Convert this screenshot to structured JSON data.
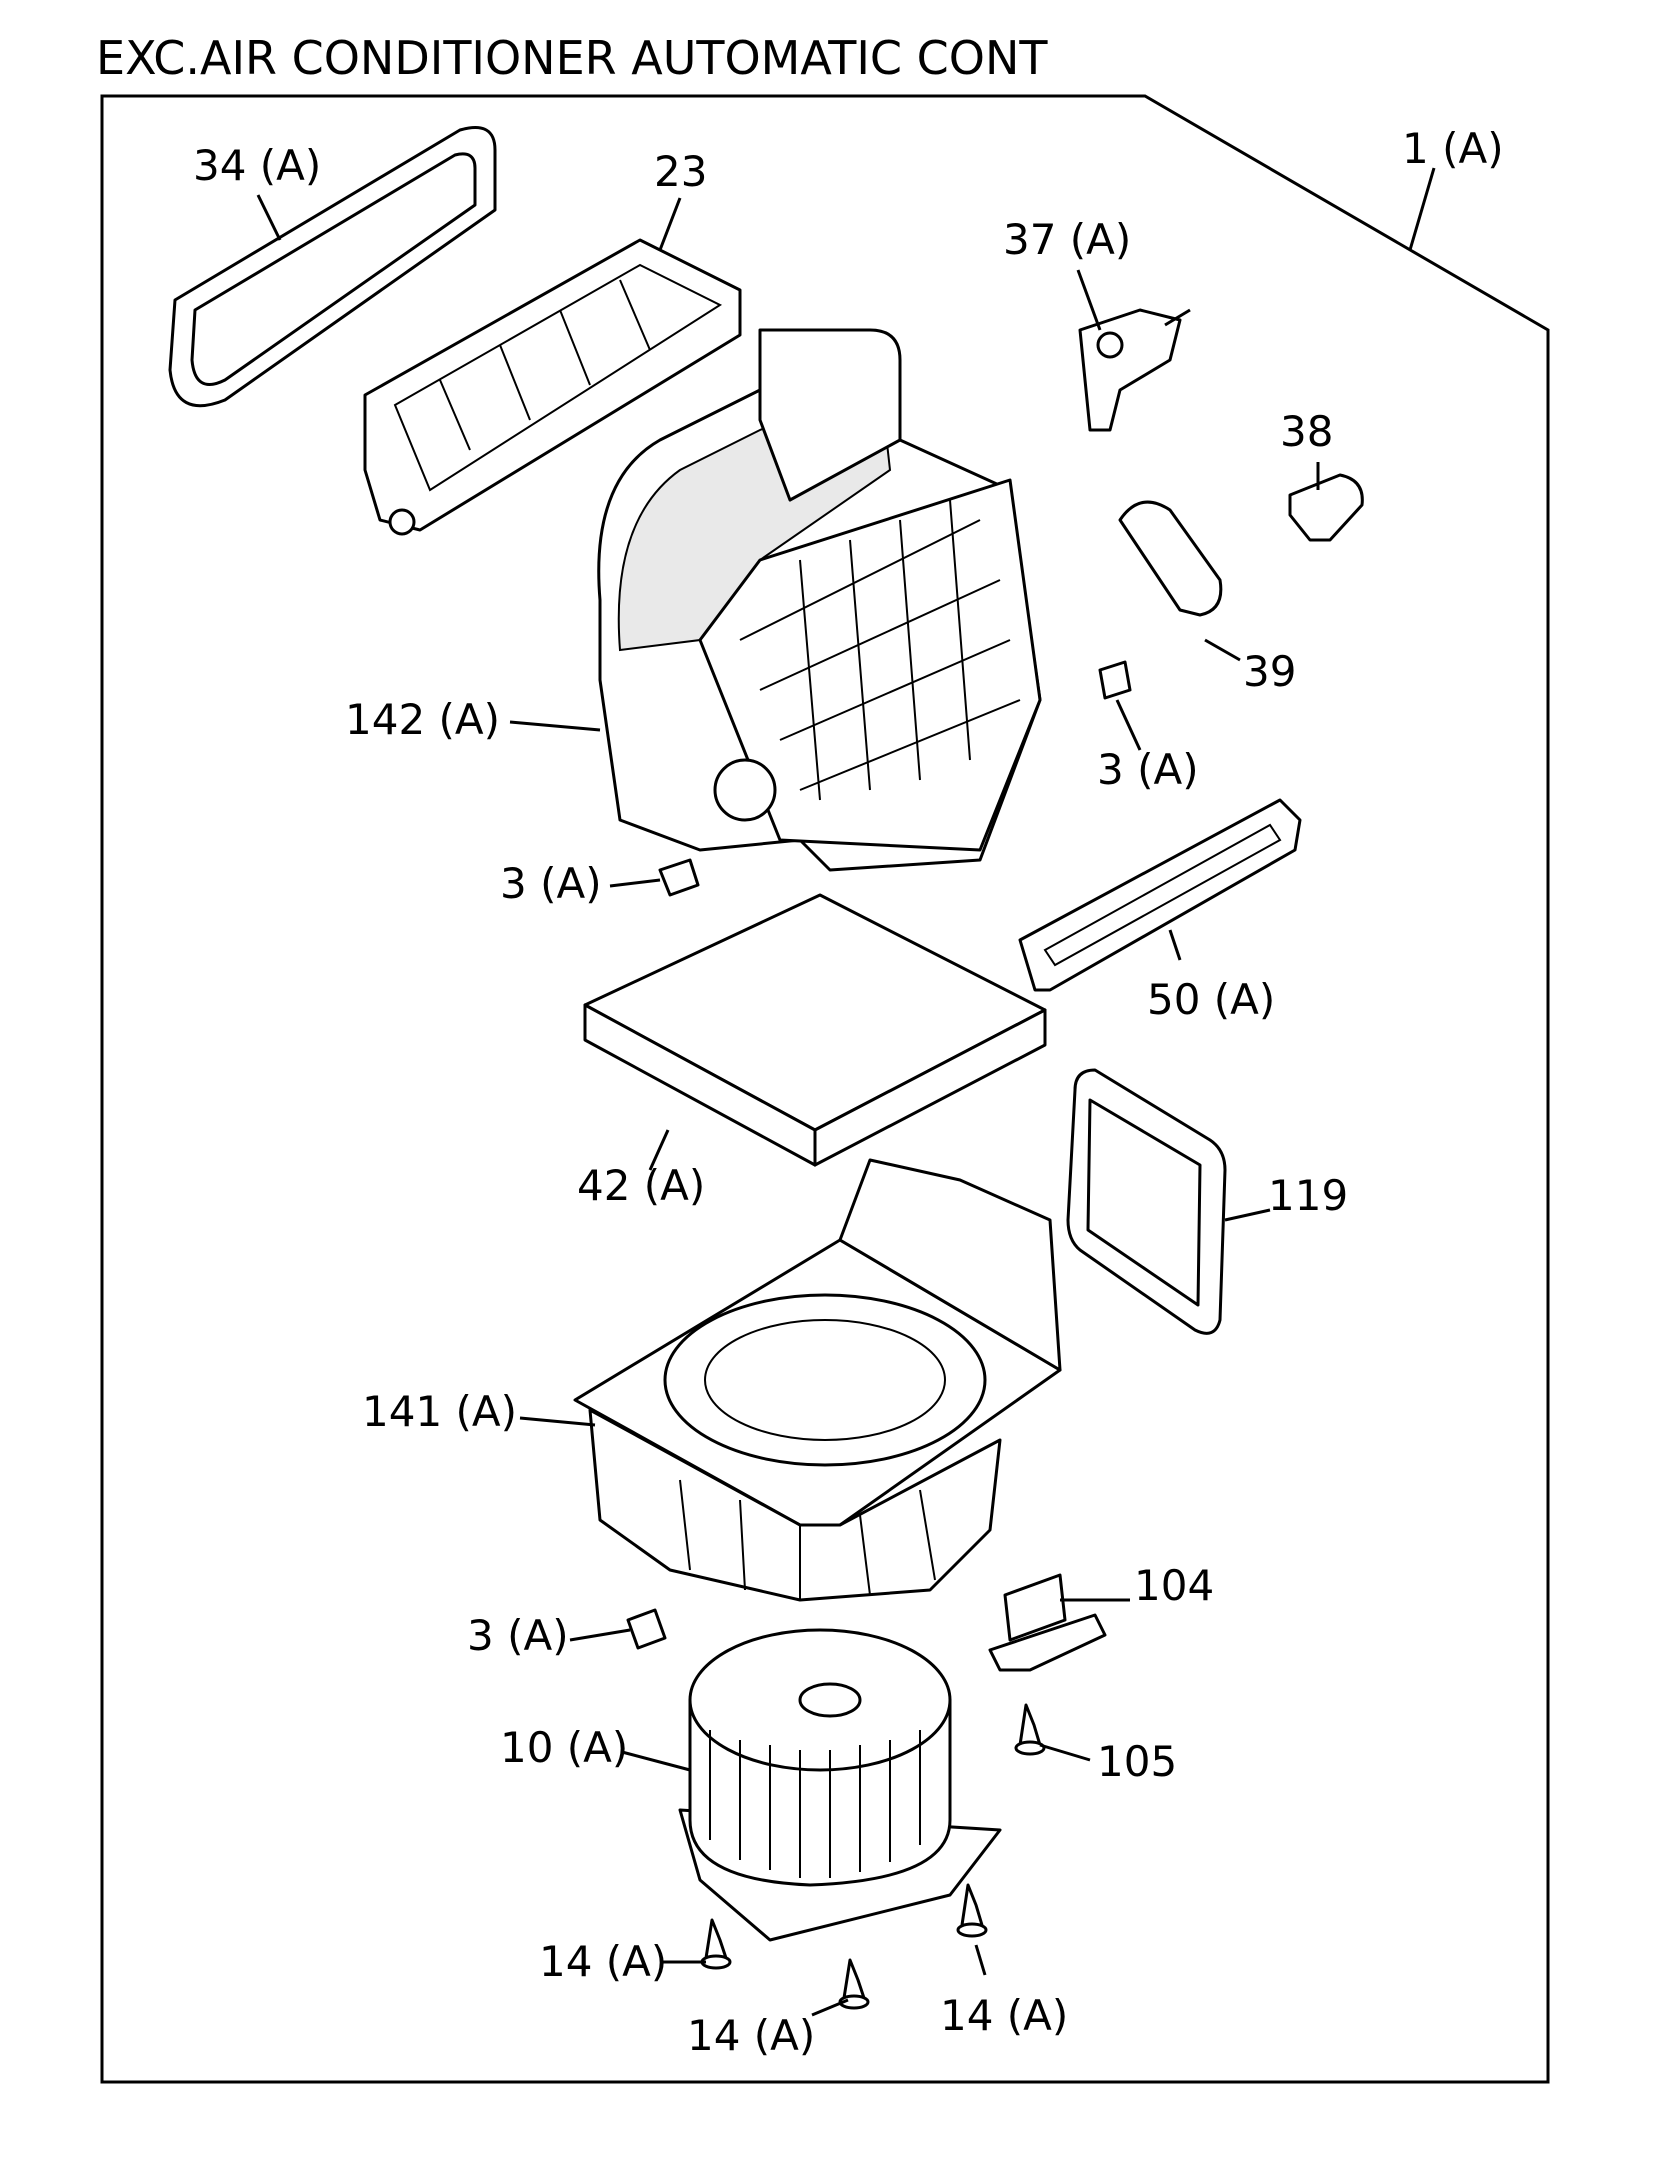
{
  "title": "EXC.AIR CONDITIONER AUTOMATIC CONT",
  "labels": {
    "p1": "1 (A)",
    "p34": "34 (A)",
    "p23": "23",
    "p37": "37 (A)",
    "p38": "38",
    "p39": "39",
    "p142": "142 (A)",
    "p3a": "3 (A)",
    "p3b": "3 (A)",
    "p50": "50 (A)",
    "p42": "42 (A)",
    "p119": "119",
    "p141": "141 (A)",
    "p3c": "3 (A)",
    "p104": "104",
    "p105": "105",
    "p10": "10 (A)",
    "p14a": "14 (A)",
    "p14b": "14 (A)",
    "p14c": "14 (A)"
  }
}
